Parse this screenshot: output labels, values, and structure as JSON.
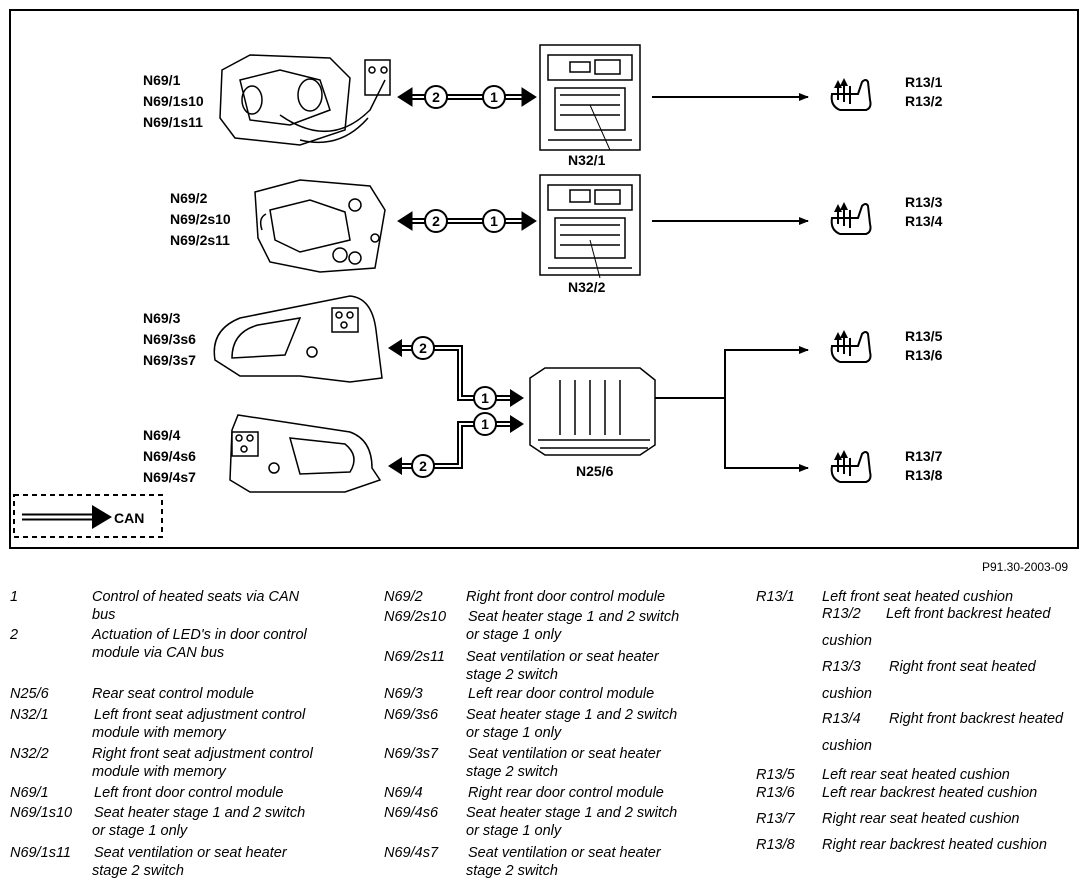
{
  "diagram": {
    "labels": {
      "n69_1_group": [
        "N69/1",
        "N69/1s10",
        "N69/1s11"
      ],
      "n69_2_group": [
        "N69/2",
        "N69/2s10",
        "N69/2s11"
      ],
      "n69_3_group": [
        "N69/3",
        "N69/3s6",
        "N69/3s7"
      ],
      "n69_4_group": [
        "N69/4",
        "N69/4s6",
        "N69/4s7"
      ],
      "n32_1": "N32/1",
      "n32_2": "N32/2",
      "n25_6": "N25/6",
      "r13_12": [
        "R13/1",
        "R13/2"
      ],
      "r13_34": [
        "R13/3",
        "R13/4"
      ],
      "r13_56": [
        "R13/5",
        "R13/6"
      ],
      "r13_78": [
        "R13/7",
        "R13/8"
      ],
      "marker_1": "1",
      "marker_2": "2",
      "can_legend": "CAN"
    },
    "reference": "P91.30-2003-09"
  },
  "legend": {
    "col1": [
      {
        "code": "1",
        "text": "Control of heated seats via CAN",
        "text2": "bus"
      },
      {
        "code": "2",
        "text": "Actuation of LED's in door control",
        "text2": "module via CAN bus"
      },
      {
        "code": "N25/6",
        "text": "Rear seat control module"
      },
      {
        "code": "N32/1",
        "text": "Left front seat adjustment control",
        "text2": "module with memory"
      },
      {
        "code": "N32/2",
        "text": "Right front seat adjustment control",
        "text2": "module with memory"
      },
      {
        "code": "N69/1",
        "text": "Left front door control module"
      },
      {
        "code": "N69/1s10",
        "text": "Seat heater stage 1 and 2 switch",
        "text2": "or stage 1 only"
      },
      {
        "code": "N69/1s11",
        "text": "Seat ventilation or seat heater",
        "text2": "stage 2 switch"
      }
    ],
    "col2": [
      {
        "code": "N69/2",
        "text": "Right front door control module"
      },
      {
        "code": "N69/2s10",
        "text": "Seat heater stage 1 and 2 switch",
        "text2": "or stage 1 only"
      },
      {
        "code": "N69/2s11",
        "text": "Seat ventilation or seat heater",
        "text2": "stage 2 switch"
      },
      {
        "code": "N69/3",
        "text": "Left rear door control module"
      },
      {
        "code": "N69/3s6",
        "text": "Seat heater stage 1 and 2 switch",
        "text2": "or stage 1 only"
      },
      {
        "code": "N69/3s7",
        "text": "Seat ventilation or seat heater",
        "text2": "stage 2 switch"
      },
      {
        "code": "N69/4",
        "text": "Right rear door control module"
      },
      {
        "code": "N69/4s6",
        "text": "Seat heater stage 1 and 2 switch",
        "text2": "or stage 1 only"
      },
      {
        "code": "N69/4s7",
        "text": "Seat ventilation or seat heater",
        "text2": "stage 2 switch"
      }
    ],
    "col3": [
      {
        "code": "R13/1",
        "text": "Left front seat heated cushion"
      },
      {
        "code": "R13/2",
        "text": "Left front backrest heated",
        "text2": "cushion"
      },
      {
        "code": "R13/3",
        "text": "Right front seat heated",
        "text2": "cushion"
      },
      {
        "code": "R13/4",
        "text": "Right front backrest heated",
        "text2": "cushion"
      },
      {
        "code": "R13/5",
        "text": "Left rear seat heated cushion"
      },
      {
        "code": "R13/6",
        "text": "Left rear backrest heated cushion"
      },
      {
        "code": "R13/7",
        "text": "Right rear seat heated cushion"
      },
      {
        "code": "R13/8",
        "text": "Right rear backrest heated cushion"
      }
    ]
  }
}
